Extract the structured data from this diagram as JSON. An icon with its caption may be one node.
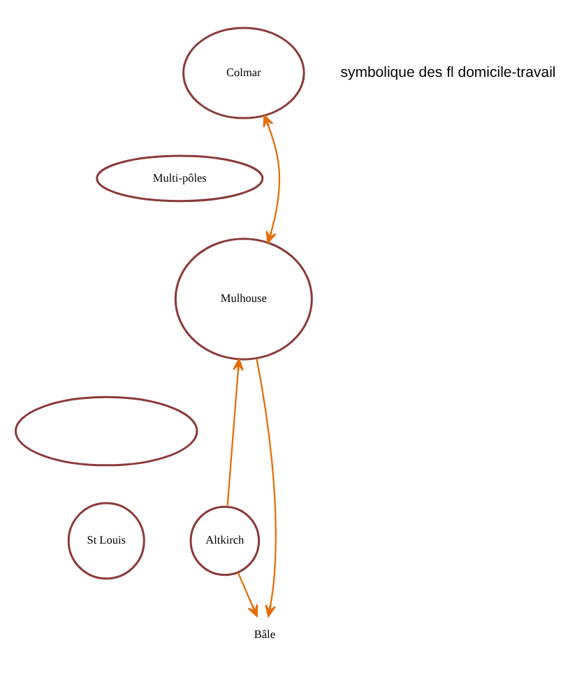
{
  "diagram": {
    "nodes": [
      {
        "text": [
          "Colmar"
        ]
      },
      {
        "text": [
          "Multi-pôles"
        ]
      },
      {
        "text": [
          "Mulhouse"
        ]
      },
      {
        "text": [],
        "shape": "ellipse"
      },
      {
        "text": [
          "Altkirch"
        ]
      },
      {
        "text": [
          "St Louis"
        ]
      },
      {
        "text": [
          "Bâle"
        ]
      }
    ],
    "edges": [
      {
        "from": 0,
        "to": 2,
        "arrow": "both"
      },
      {
        "from": 4,
        "to": 2,
        "arrow": "to"
      },
      {
        "from": 4,
        "to": 6,
        "arrow": "to"
      },
      {
        "from": 2,
        "to": 6,
        "arrow": "to"
      }
    ],
    "labels": [
      "symbolique des fl domicile-travail"
    ]
  }
}
